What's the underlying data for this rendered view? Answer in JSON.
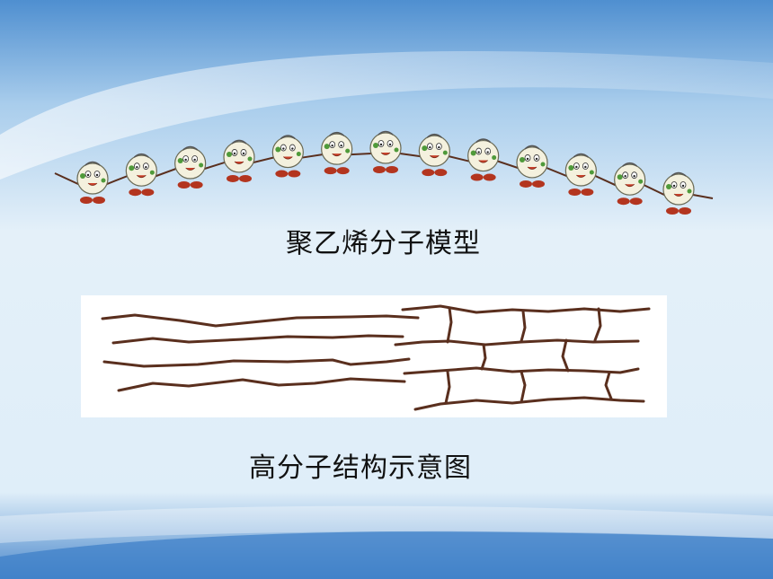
{
  "captions": {
    "chain_model": "聚乙烯分子模型",
    "structure_diagram": "高分子结构示意图"
  },
  "illustration": {
    "figure_icon": "cartoon-molecule-figure-icon",
    "figure_count": 13,
    "line_color": "#5a2f1e"
  },
  "colors": {
    "background_light": "#e6f2fb",
    "background_blue": "#3d7fc6",
    "chain_line": "#5a2f1e"
  }
}
